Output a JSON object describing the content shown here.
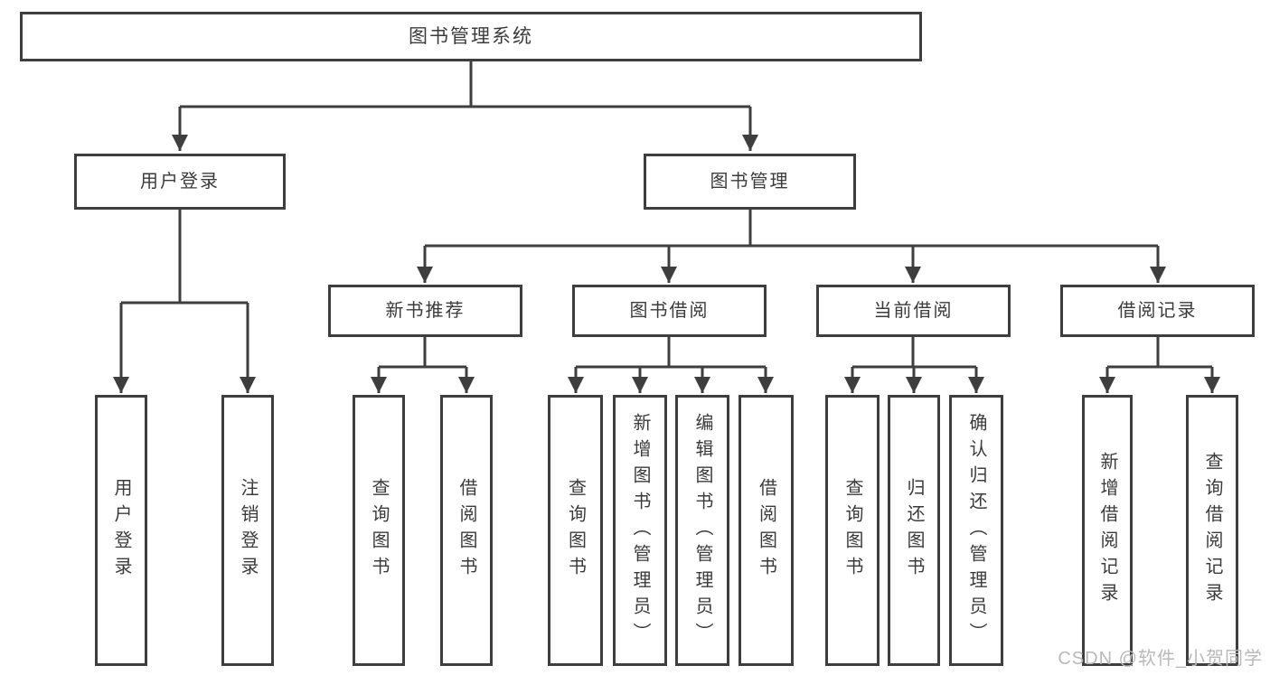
{
  "diagram": {
    "root": {
      "label": "图书管理系统",
      "children": [
        {
          "label": "用户登录",
          "children": [
            {
              "label": "用户登录"
            },
            {
              "label": "注销登录"
            }
          ]
        },
        {
          "label": "图书管理",
          "children": [
            {
              "label": "新书推荐",
              "children": [
                {
                  "label": "查询图书"
                },
                {
                  "label": "借阅图书"
                }
              ]
            },
            {
              "label": "图书借阅",
              "children": [
                {
                  "label": "查询图书"
                },
                {
                  "label": "新增图书（管理员）"
                },
                {
                  "label": "编辑图书（管理员）"
                },
                {
                  "label": "借阅图书"
                }
              ]
            },
            {
              "label": "当前借阅",
              "children": [
                {
                  "label": "查询图书"
                },
                {
                  "label": "归还图书"
                },
                {
                  "label": "确认归还（管理员）"
                }
              ]
            },
            {
              "label": "借阅记录",
              "children": [
                {
                  "label": "新增借阅记录"
                },
                {
                  "label": "查询借阅记录"
                }
              ]
            }
          ]
        }
      ]
    },
    "colors": {
      "line": "#3e3e3e",
      "text": "#3b3b3b",
      "watermark": "#b9b9b9",
      "background": "#ffffff"
    },
    "watermark": "CSDN @软件_小贺同学"
  }
}
